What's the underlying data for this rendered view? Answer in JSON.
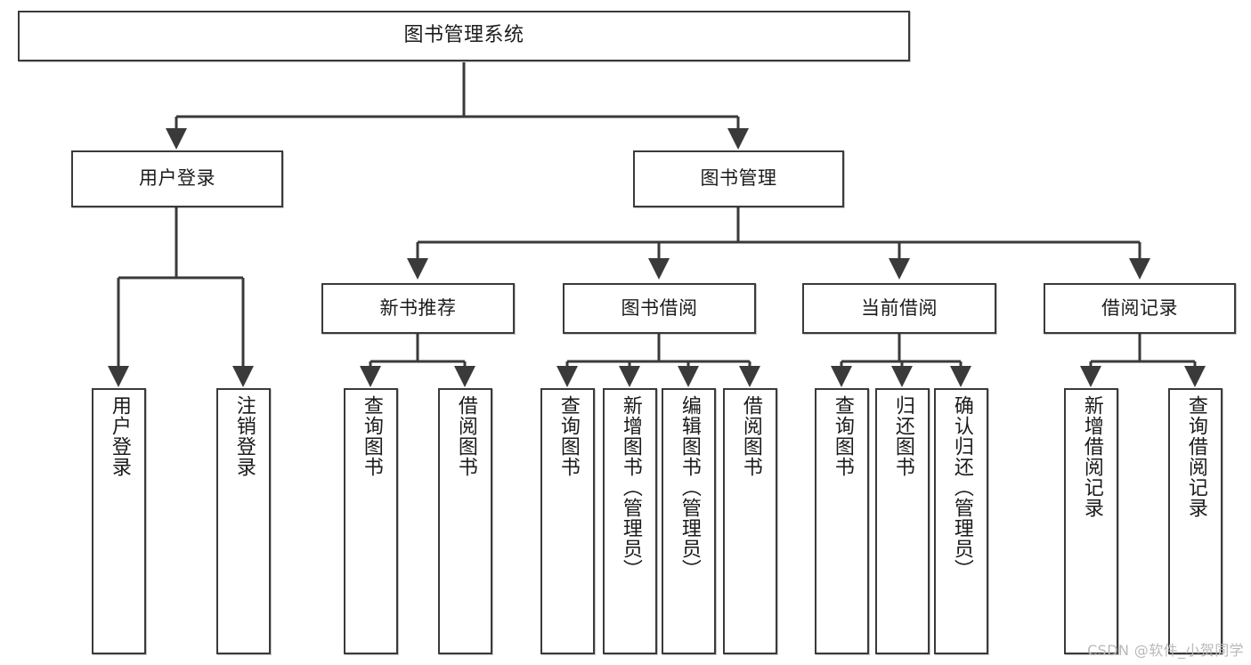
{
  "diagram": {
    "title": "图书管理系统",
    "type": "tree",
    "watermark": "CSDN @软件_小贺同学",
    "colors": {
      "stroke": "#3a3a3a",
      "fill": "#ffffff",
      "text": "#1b1b1b",
      "watermark": "#b9b9b9"
    },
    "nodes": {
      "root": {
        "label": "图书管理系统"
      },
      "level2": [
        {
          "id": "user-login",
          "label": "用户登录"
        },
        {
          "id": "book-manage",
          "label": "图书管理"
        }
      ],
      "level3": [
        {
          "id": "new-book-recommend",
          "label": "新书推荐"
        },
        {
          "id": "book-borrow",
          "label": "图书借阅"
        },
        {
          "id": "current-borrow",
          "label": "当前借阅"
        },
        {
          "id": "borrow-record",
          "label": "借阅记录"
        }
      ],
      "leaves": {
        "user-login": [
          {
            "id": "leaf-user-login",
            "label": "用户登录"
          },
          {
            "id": "leaf-logout-login",
            "label": "注销登录"
          }
        ],
        "new-book-recommend": [
          {
            "id": "leaf-query-book-1",
            "label": "查询图书"
          },
          {
            "id": "leaf-borrow-book-1",
            "label": "借阅图书"
          }
        ],
        "book-borrow": [
          {
            "id": "leaf-query-book-2",
            "label": "查询图书"
          },
          {
            "id": "leaf-add-book",
            "label": "新增图书（管理员）"
          },
          {
            "id": "leaf-edit-book",
            "label": "编辑图书（管理员）"
          },
          {
            "id": "leaf-borrow-book-2",
            "label": "借阅图书"
          }
        ],
        "current-borrow": [
          {
            "id": "leaf-query-book-3",
            "label": "查询图书"
          },
          {
            "id": "leaf-return-book",
            "label": "归还图书"
          },
          {
            "id": "leaf-confirm-return",
            "label": "确认归还（管理员）"
          }
        ],
        "borrow-record": [
          {
            "id": "leaf-add-record",
            "label": "新增借阅记录"
          },
          {
            "id": "leaf-query-record",
            "label": "查询借阅记录"
          }
        ]
      }
    }
  }
}
